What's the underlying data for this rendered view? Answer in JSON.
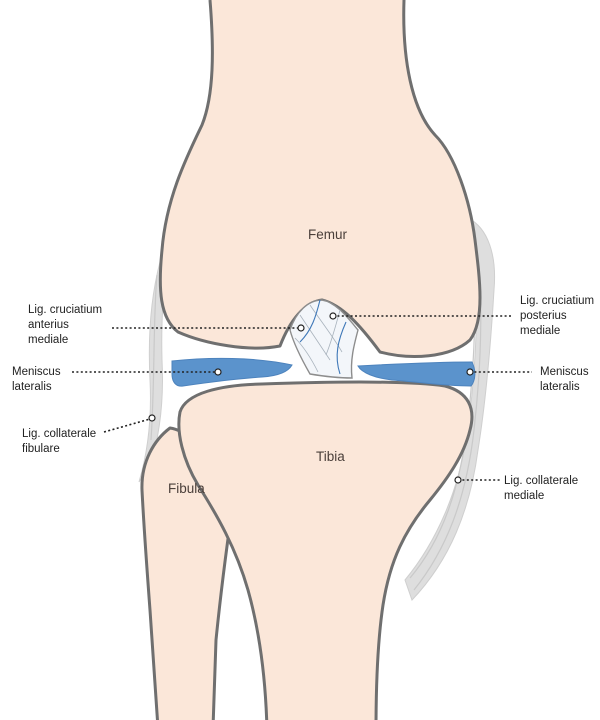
{
  "bones": {
    "femur": "Femur",
    "tibia": "Tibia",
    "fibula": "Fibula"
  },
  "labels": {
    "acl": [
      "Lig. cruciatium",
      "anterius",
      "mediale"
    ],
    "pcl": [
      "Lig. cruciatium",
      "posterius",
      "mediale"
    ],
    "meniscus_left": [
      "Meniscus",
      "lateralis"
    ],
    "meniscus_right": [
      "Meniscus",
      "lateralis"
    ],
    "collateral_fibular": [
      "Lig. collaterale",
      "fibulare"
    ],
    "collateral_medial": [
      "Lig. collaterale",
      "mediale"
    ]
  },
  "colors": {
    "bone_fill": "#fbe7d9",
    "bone_outline": "#6f6f6f",
    "meniscus": "#5b93cc",
    "ligament": "#dedede"
  }
}
